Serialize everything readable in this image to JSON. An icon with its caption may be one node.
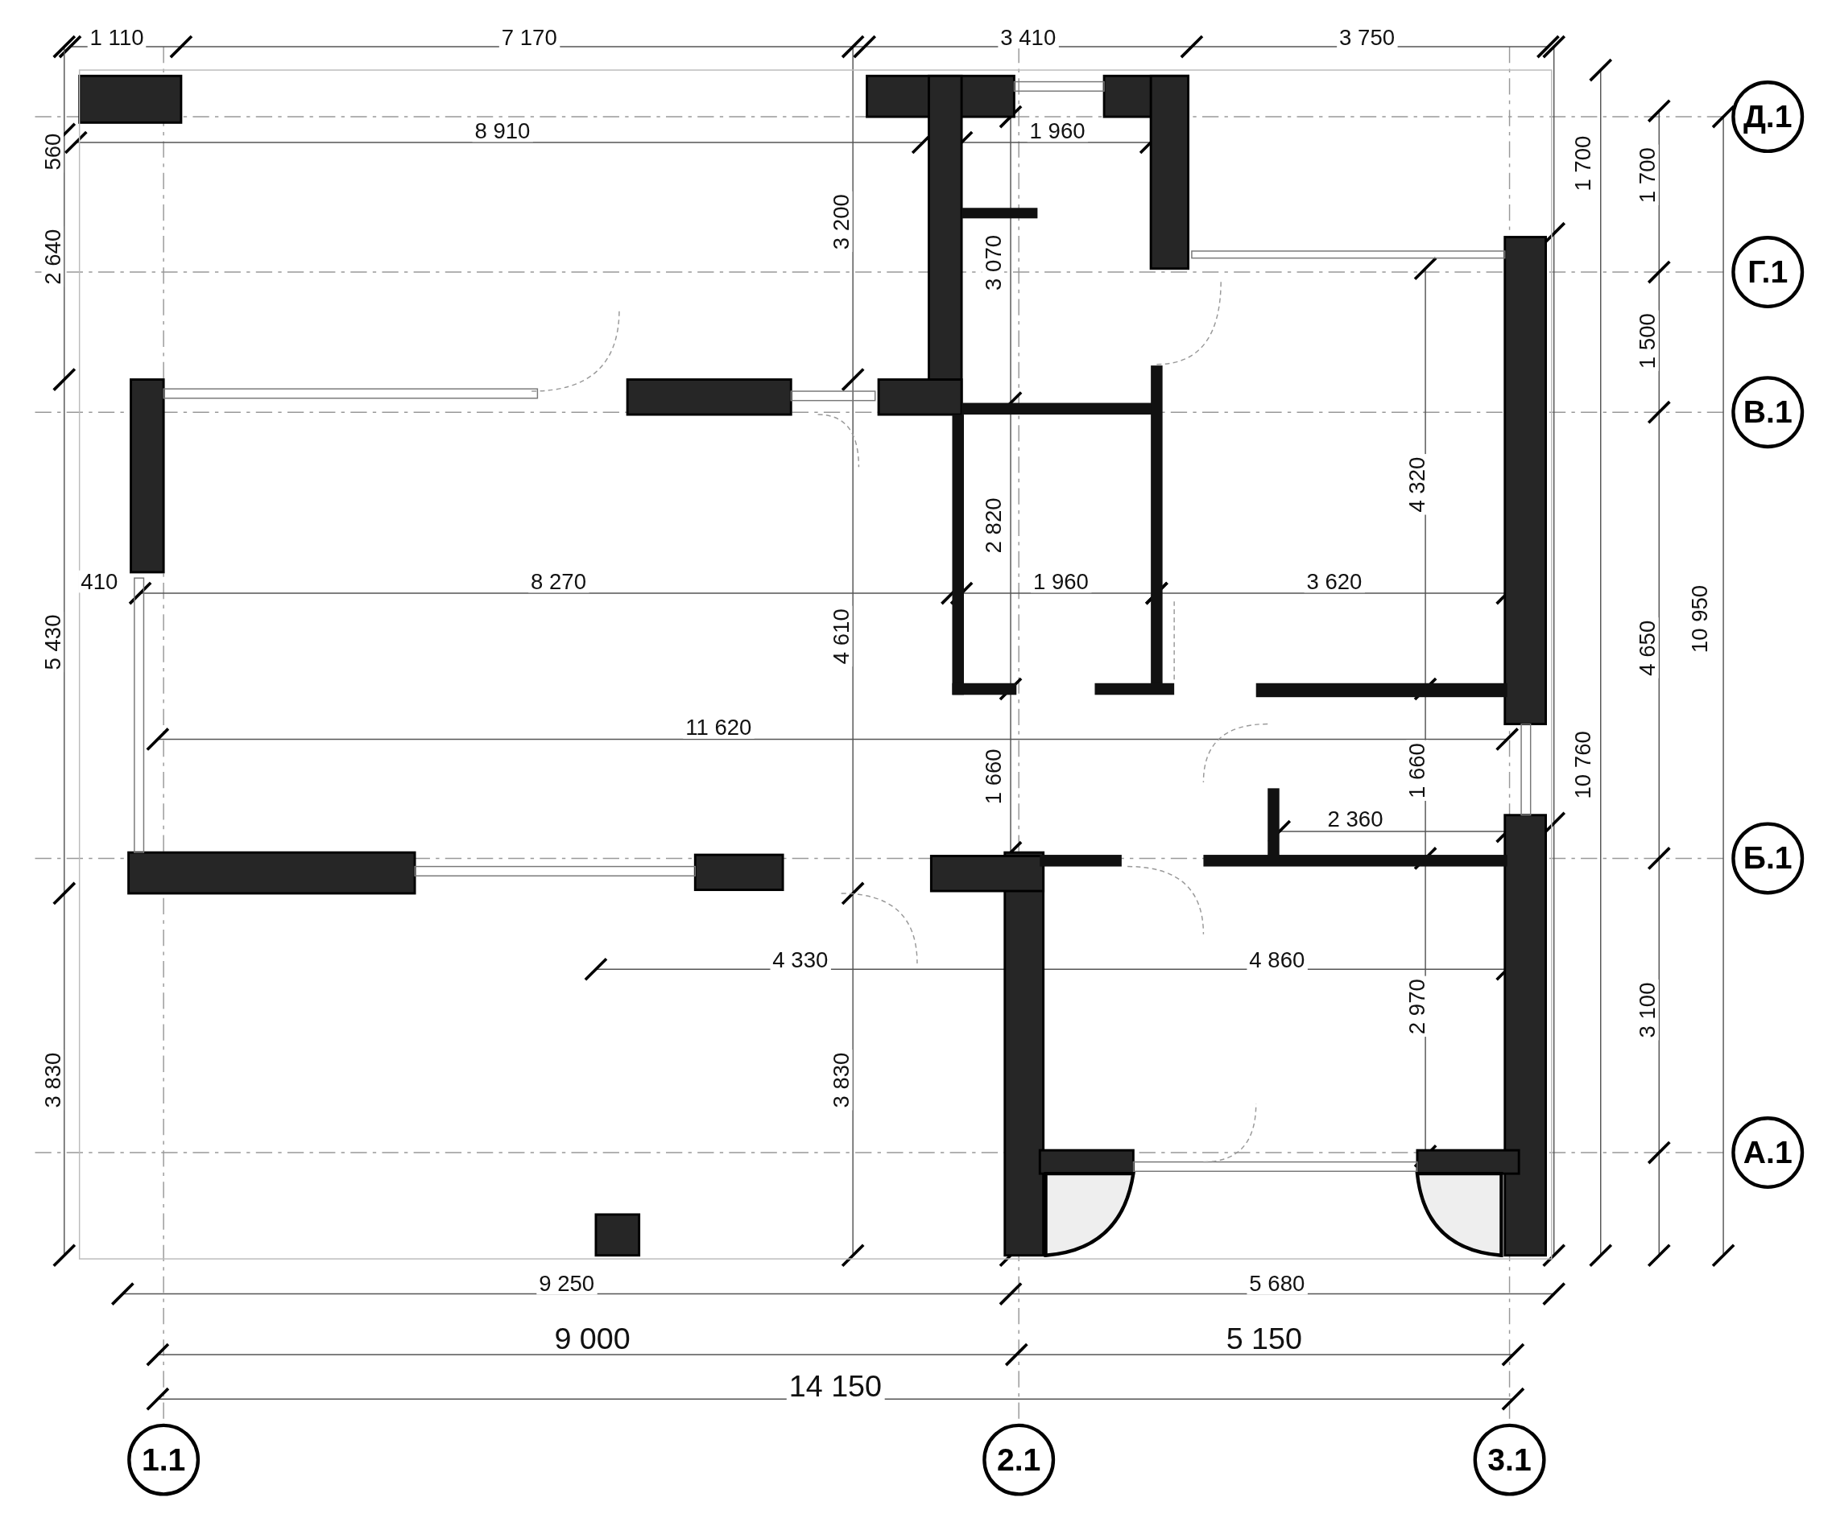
{
  "diagram": {
    "nodes": [
      {
        "text": [
          "Д.1"
        ]
      },
      {
        "text": [
          "Г.1"
        ]
      },
      {
        "text": [
          "В.1"
        ]
      },
      {
        "text": [
          "Б.1"
        ]
      },
      {
        "text": [
          "А.1"
        ]
      },
      {
        "text": [
          "1.1"
        ]
      },
      {
        "text": [
          "2.1"
        ]
      },
      {
        "text": [
          "3.1"
        ]
      }
    ],
    "edges": [],
    "labels": [
      "1 110",
      "7 170",
      "3 410",
      "3 750",
      "8 910",
      "1 960",
      "560",
      "1 700",
      "1 700",
      "3 200",
      "2 640",
      "3 070",
      "1 500",
      "4 320",
      "410",
      "8 270",
      "2 820",
      "1 960",
      "3 620",
      "5 430",
      "4 610",
      "4 650",
      "10 950",
      "11 620",
      "1 660",
      "1 660",
      "10 760",
      "2 360",
      "4 330",
      "4 860",
      "2 970",
      "3 830",
      "3 830",
      "3 100",
      "9 250",
      "5 680",
      "9 000",
      "5 150",
      "14 150"
    ]
  }
}
